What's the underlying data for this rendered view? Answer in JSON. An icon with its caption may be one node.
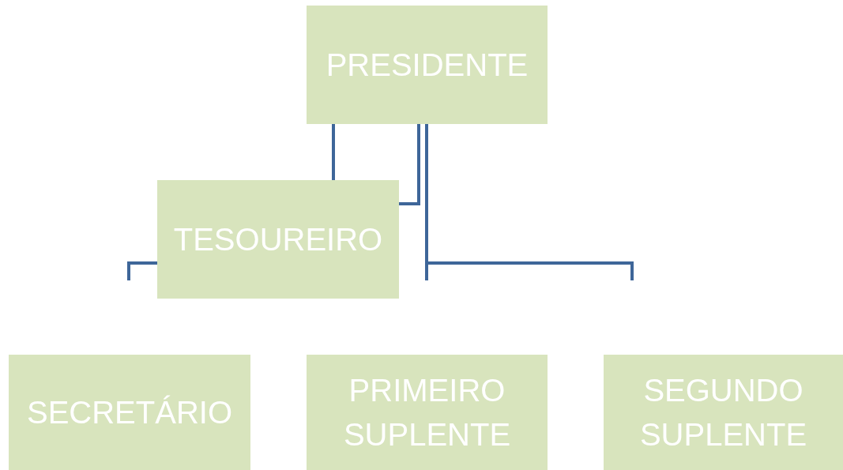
{
  "diagram": {
    "nodes": [
      {
        "text": [
          "PRESIDENTE"
        ]
      },
      {
        "text": [
          "TESOUREIRO"
        ]
      },
      {
        "text": [
          "SECRETÁRIO"
        ]
      },
      {
        "text": [
          "PRIMEIRO SUPLENTE"
        ]
      },
      {
        "text": [
          "SEGUNDO SUPLENTE"
        ]
      }
    ],
    "edges": [
      {
        "from": 0,
        "to": 1,
        "arrow": "none"
      },
      {
        "from": 0,
        "to": 1,
        "arrow": "none"
      },
      {
        "from": 0,
        "to": null,
        "arrow": "none"
      },
      {
        "from": 0,
        "to": null,
        "arrow": "none"
      },
      {
        "from": 1,
        "to": null,
        "arrow": "none"
      }
    ]
  }
}
